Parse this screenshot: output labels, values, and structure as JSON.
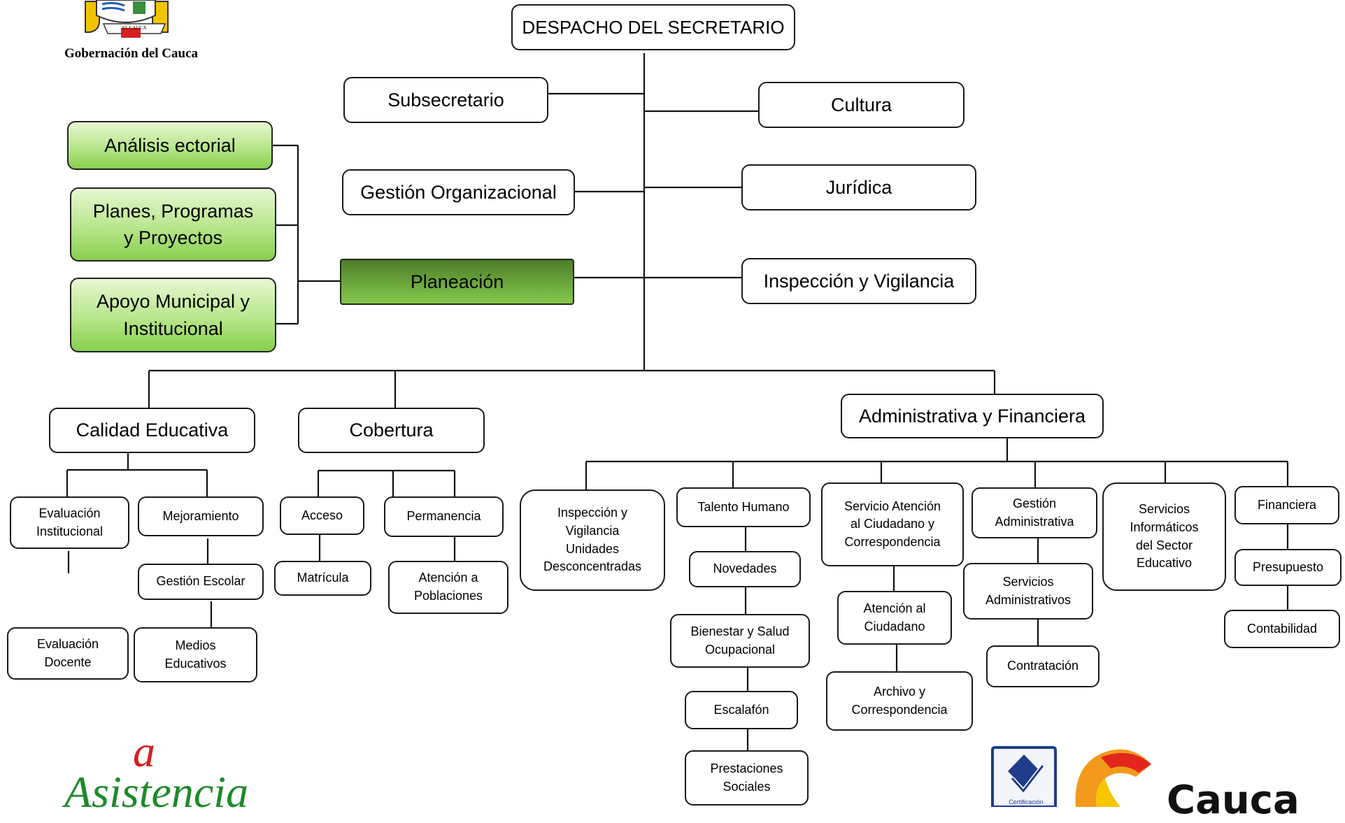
{
  "logos": {
    "gobernacion": {
      "banner_text": "EL CAUCA",
      "caption": "Gobernación del Cauca"
    },
    "asistencia": {
      "letter": "a",
      "word": "Asistencia"
    },
    "cauca": {
      "word": "Cauca",
      "cert_text": "Certificación"
    }
  },
  "root": {
    "label": "DESPACHO DEL SECRETARIO"
  },
  "staff_left": {
    "subsecretario": "Subsecretario",
    "gestion_org": "Gestión Organizacional",
    "planeacion": "Planeación"
  },
  "staff_right": {
    "cultura": "Cultura",
    "juridica": "Jurídica",
    "inspeccion": "Inspección y Vigilancia"
  },
  "planeacion_units": {
    "analisis": "Análisis ectorial",
    "planes": "Planes, Programas\ny Proyectos",
    "apoyo": "Apoyo Municipal y\nInstitucional"
  },
  "branches": {
    "calidad": "Calidad Educativa",
    "cobertura": "Cobertura",
    "administrativa": "Administrativa y Financiera"
  },
  "calidad_units": {
    "evaluacion_inst": "Evaluación\nInstitucional",
    "evaluacion_doc": "Evaluación\nDocente",
    "mejoramiento": "Mejoramiento",
    "gestion_escolar": "Gestión Escolar",
    "medios": "Medios\nEducativos"
  },
  "cobertura_units": {
    "acceso": "Acceso",
    "matricula": "Matrícula",
    "permanencia": "Permanencia",
    "atencion_pob": "Atención a\nPoblaciones"
  },
  "admin_units": {
    "inspeccion_unid": "Inspección y\nVigilancia\nUnidades\nDesconcentradas",
    "talento": "Talento Humano",
    "novedades": "Novedades",
    "bienestar": "Bienestar y Salud\nOcupacional",
    "escalafon": "Escalafón",
    "prestaciones": "Prestaciones\nSociales",
    "servicio_atencion": "Servicio Atención\nal Ciudadano y\nCorrespondencia",
    "atencion_ciud": "Atención al\nCiudadano",
    "archivo": "Archivo y\nCorrespondencia",
    "gestion_admin": "Gestión\nAdministrativa",
    "servicios_admin": "Servicios\nAdministrativos",
    "contratacion": "Contratación",
    "servicios_info": "Servicios\nInformáticos\ndel Sector\nEducativo",
    "financiera": "Financiera",
    "presupuesto": "Presupuesto",
    "contabilidad": "Contabilidad"
  }
}
